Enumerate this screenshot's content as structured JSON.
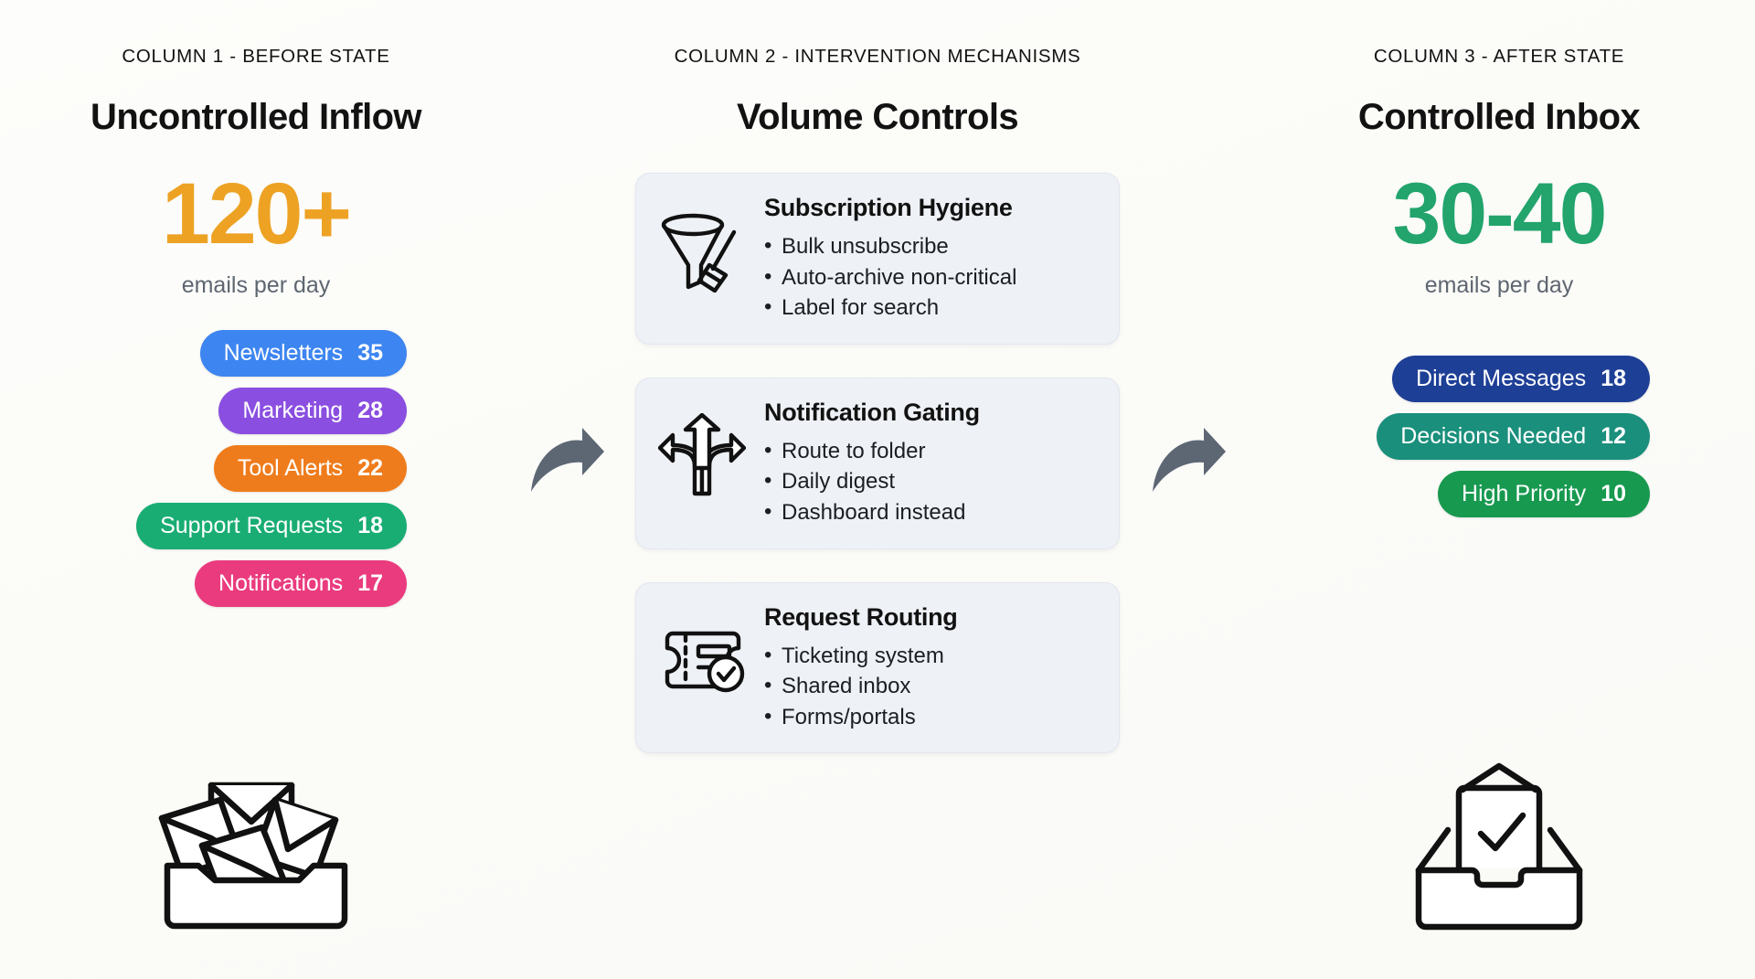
{
  "columns": [
    {
      "kicker": "COLUMN 1 - BEFORE STATE",
      "title": "Uncontrolled Inflow",
      "metric": "120+",
      "metric_color": "#eda224",
      "metric_caption": "emails per day",
      "illustration": "overflowing-inbox-icon",
      "pills": [
        {
          "label": "Newsletters",
          "value": "35",
          "color": "#3d85f0"
        },
        {
          "label": "Marketing",
          "value": "28",
          "color": "#8a4ee0"
        },
        {
          "label": "Tool Alerts",
          "value": "22",
          "color": "#ef7c1c"
        },
        {
          "label": "Support Requests",
          "value": "18",
          "color": "#19ad73"
        },
        {
          "label": "Notifications",
          "value": "17",
          "color": "#ea3b7e"
        }
      ]
    },
    {
      "kicker": "COLUMN 2 - INTERVENTION MECHANISMS",
      "title": "Volume Controls",
      "cards": [
        {
          "title": "Subscription Hygiene",
          "icon": "funnel-broom-icon",
          "bullets": [
            "Bulk unsubscribe",
            "Auto-archive non-critical",
            "Label for search"
          ]
        },
        {
          "title": "Notification Gating",
          "icon": "three-way-arrow-icon",
          "bullets": [
            "Route to folder",
            "Daily digest",
            "Dashboard instead"
          ]
        },
        {
          "title": "Request Routing",
          "icon": "ticket-check-icon",
          "bullets": [
            "Ticketing system",
            "Shared inbox",
            "Forms/portals"
          ]
        }
      ]
    },
    {
      "kicker": "COLUMN 3 - AFTER STATE",
      "title": "Controlled Inbox",
      "metric": "30-40",
      "metric_color": "#22a46c",
      "metric_caption": "emails per day",
      "illustration": "clean-inbox-check-icon",
      "pills": [
        {
          "label": "Direct Messages",
          "value": "18",
          "color": "#1e3f96"
        },
        {
          "label": "Decisions Needed",
          "value": "12",
          "color": "#1a8f7c"
        },
        {
          "label": "High Priority",
          "value": "10",
          "color": "#17994f"
        }
      ]
    }
  ],
  "connectors": [
    {
      "name": "flow-arrow-1",
      "icon": "curved-right-arrow-icon",
      "color": "#5d6774"
    },
    {
      "name": "flow-arrow-2",
      "icon": "curved-right-arrow-icon",
      "color": "#5d6774"
    }
  ]
}
